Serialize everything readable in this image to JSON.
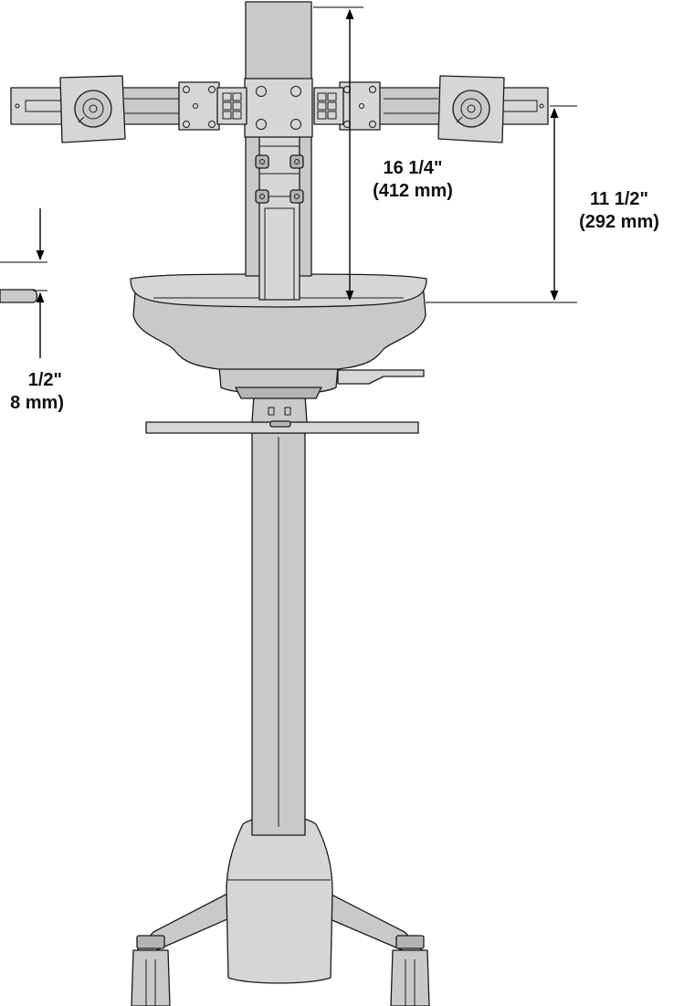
{
  "colors": {
    "part_fill": "#c9c9c9",
    "part_fill_light": "#d6d6d6",
    "part_fill_dark": "#b4b4b4",
    "outline": "#1a1a1a",
    "dimension": "#000000",
    "background": "#ffffff"
  },
  "dimensions": {
    "arm_height": {
      "imperial": "16 1/4\"",
      "metric": "(412 mm)"
    },
    "mount_height": {
      "imperial": "11 1/2\"",
      "metric": "(292 mm)"
    },
    "left_partial": {
      "imperial": "1/2\"",
      "metric": "8 mm)"
    }
  }
}
